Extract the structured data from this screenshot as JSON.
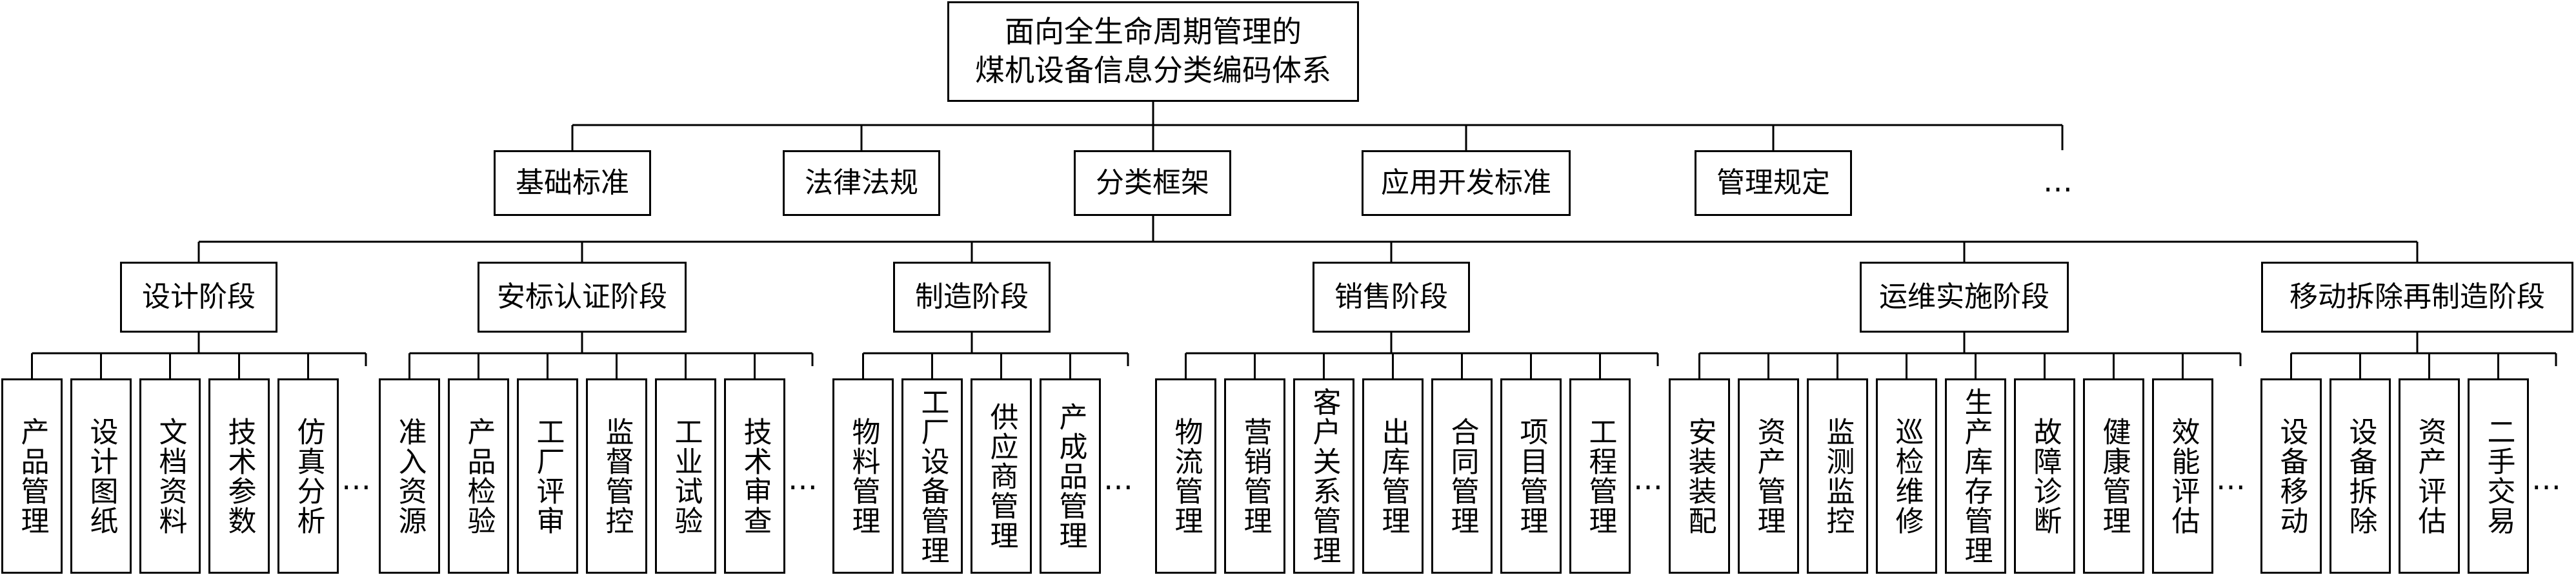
{
  "root": {
    "line1": "面向全生命周期管理的",
    "line2": "煤机设备信息分类编码体系"
  },
  "level1": [
    {
      "label": "基础标准"
    },
    {
      "label": "法律法规"
    },
    {
      "label": "分类框架"
    },
    {
      "label": "应用开发标准"
    },
    {
      "label": "管理规定"
    }
  ],
  "level1_more": "…",
  "stages": [
    {
      "label": "设计阶段",
      "items": [
        "产品管理",
        "设计图纸",
        "文档资料",
        "技术参数",
        "仿真分析"
      ]
    },
    {
      "label": "安标认证阶段",
      "items": [
        "准入资源",
        "产品检验",
        "工厂评审",
        "监督管控",
        "工业试验",
        "技术审查"
      ]
    },
    {
      "label": "制造阶段",
      "items": [
        "物料管理",
        "工厂设备管理",
        "供应商管理",
        "产成品管理"
      ]
    },
    {
      "label": "销售阶段",
      "items": [
        "物流管理",
        "营销管理",
        "客户关系管理",
        "出库管理",
        "合同管理",
        "项目管理",
        "工程管理"
      ]
    },
    {
      "label": "运维实施阶段",
      "items": [
        "安装装配",
        "资产管理",
        "监测监控",
        "巡检维修",
        "生产库存管理",
        "故障诊断",
        "健康管理",
        "效能评估"
      ]
    },
    {
      "label": "移动拆除再制造阶段",
      "items": [
        "设备移动",
        "设备拆除",
        "资产评估",
        "二手交易"
      ]
    }
  ],
  "stage_more": "…"
}
